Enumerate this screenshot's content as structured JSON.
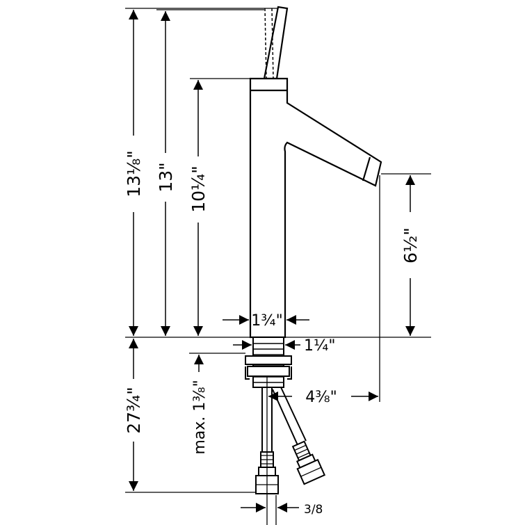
{
  "colors": {
    "line": "#000000",
    "background": "#ffffff",
    "hidden": "#000000"
  },
  "dimensions": {
    "total_height": "13⅛\"",
    "spout_height_total": "13\"",
    "body_height": "10¼\"",
    "outlet_height": "6½\"",
    "base_diameter": "1¾\"",
    "thread_diameter": "1¼\"",
    "reach": "4⅜\"",
    "max_deck_thickness": "max. 1⅜\"",
    "hose_length": "27¾\"",
    "hose_connection": "3/8"
  }
}
